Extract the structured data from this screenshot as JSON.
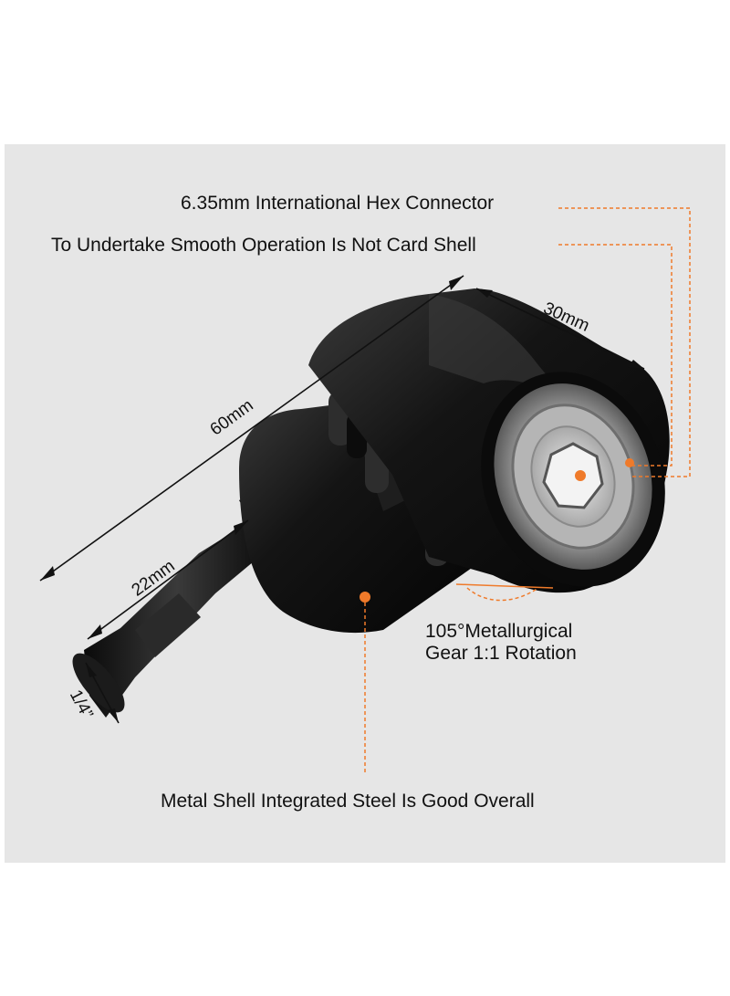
{
  "labels": {
    "hex_connector": "6.35mm International Hex Connector",
    "smooth_operation": "To Undertake Smooth Operation Is Not Card Shell",
    "gear_line1": "105°Metallurgical",
    "gear_line2": "Gear 1:1 Rotation",
    "metal_shell": "Metal Shell Integrated Steel Is Good Overall"
  },
  "dimensions": {
    "length_total": "60mm",
    "head_width": "30mm",
    "shank_length": "22mm",
    "shank_size": "1/4”"
  },
  "colors": {
    "background": "#e6e6e6",
    "callout": "#ef7a2a",
    "body": "#151515",
    "text": "#111111"
  }
}
